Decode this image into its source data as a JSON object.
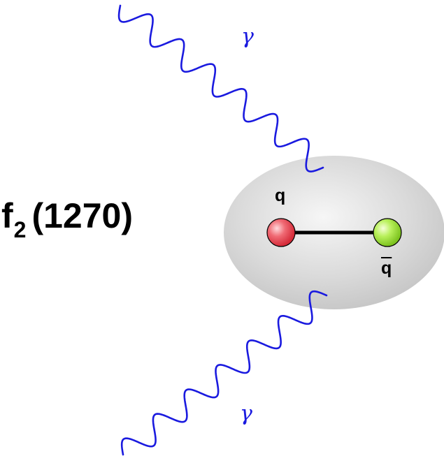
{
  "meson": {
    "symbol": "f",
    "subscript": "2",
    "mass": "(1270)"
  },
  "photons": {
    "top_label": "γ",
    "bottom_label": "γ"
  },
  "quarks": {
    "quark_label": "q",
    "antiquark_label": "q"
  },
  "colors": {
    "photon": "#1a1adf",
    "quark": "#e03040",
    "antiquark": "#7ed321",
    "hadron_blob": "#d6d6d6",
    "string": "#000000",
    "text": "#000000"
  }
}
